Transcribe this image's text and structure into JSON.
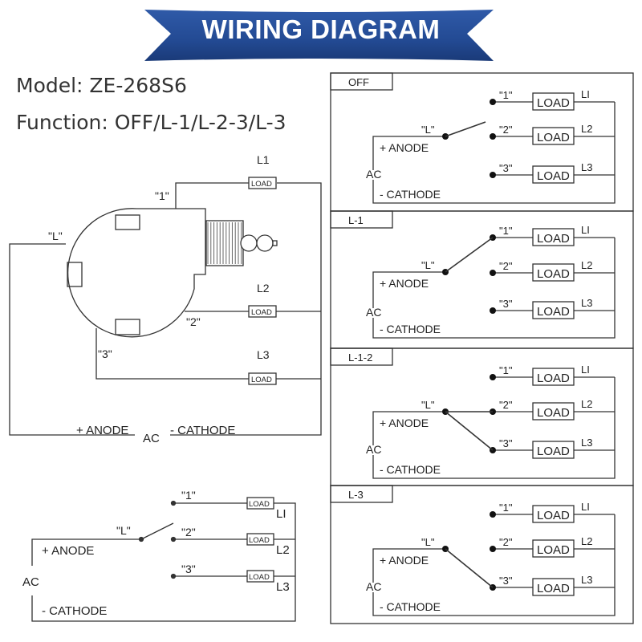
{
  "banner": {
    "title": "WIRING DIAGRAM",
    "color": "#234a93"
  },
  "header": {
    "model": "Model: ZE-268S6",
    "function": "Function: OFF/L-1/L-2-3/L-3"
  },
  "switch_diagram": {
    "terminals": {
      "l": "\"L\"",
      "t1": "\"1\"",
      "t2": "\"2\"",
      "t3": "\"3\""
    },
    "lines": {
      "l1": "L1",
      "l2": "L2",
      "l3": "L3"
    },
    "load": "LOAD",
    "anode": "+ ANODE",
    "ac": "AC",
    "cathode": "- CATHODE"
  },
  "schematic": {
    "terminals": {
      "l": "\"L\"",
      "t1": "\"1\"",
      "t2": "\"2\"",
      "t3": "\"3\""
    },
    "lines": {
      "l1": "LI",
      "l2": "L2",
      "l3": "L3"
    },
    "load": "LOAD",
    "anode": "+ ANODE",
    "ac": "AC",
    "cathode": "- CATHODE"
  },
  "panels": [
    {
      "label": "OFF",
      "state": "off",
      "connected": []
    },
    {
      "label": "L-1",
      "state": "l1",
      "connected": [
        "1"
      ]
    },
    {
      "label": "L-1-2",
      "state": "l2-3",
      "connected": [
        "2",
        "3"
      ]
    },
    {
      "label": "L-3",
      "state": "l3",
      "connected": [
        "3"
      ]
    }
  ],
  "panel_common": {
    "terminals": {
      "l": "\"L\"",
      "t1": "\"1\"",
      "t2": "\"2\"",
      "t3": "\"3\""
    },
    "lines": {
      "l1": "LI",
      "l2": "L2",
      "l3": "L3"
    },
    "load": "LOAD",
    "anode": "+ ANODE",
    "ac": "AC",
    "cathode": "- CATHODE"
  }
}
